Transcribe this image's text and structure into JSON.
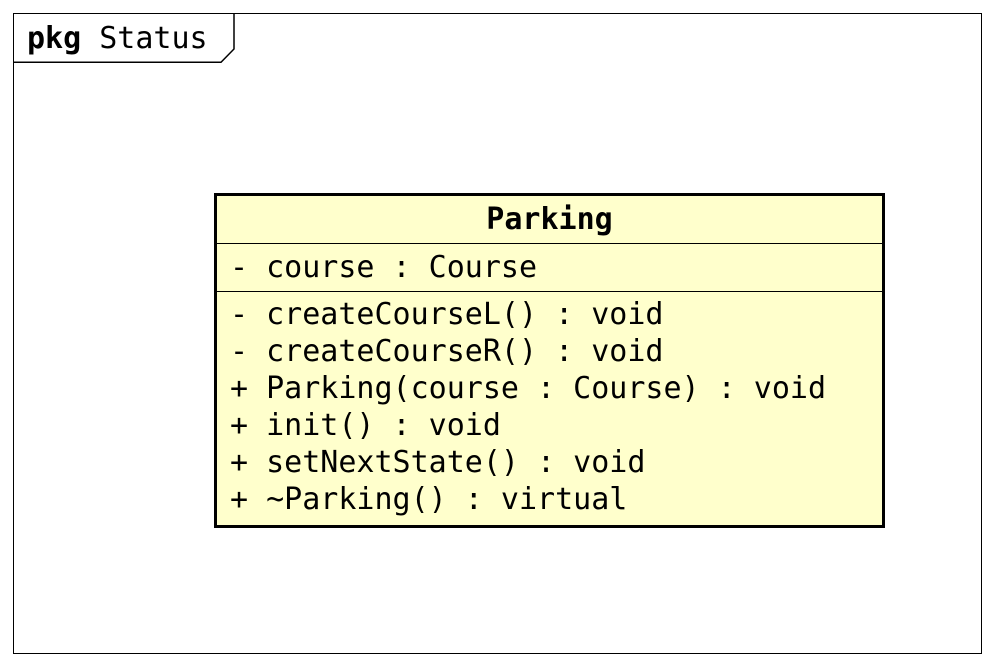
{
  "package": {
    "keyword": "pkg",
    "name": "Status"
  },
  "class": {
    "name": "Parking",
    "attributes": [
      "- course : Course"
    ],
    "operations": [
      "- createCourseL() : void",
      "- createCourseR() : void",
      "+ Parking(course : Course) : void",
      "+ init() : void",
      "+ setNextState() : void",
      "+ ~Parking() : virtual"
    ]
  },
  "colors": {
    "class_fill": "#ffffcc",
    "stroke": "#000000",
    "background": "#ffffff"
  }
}
